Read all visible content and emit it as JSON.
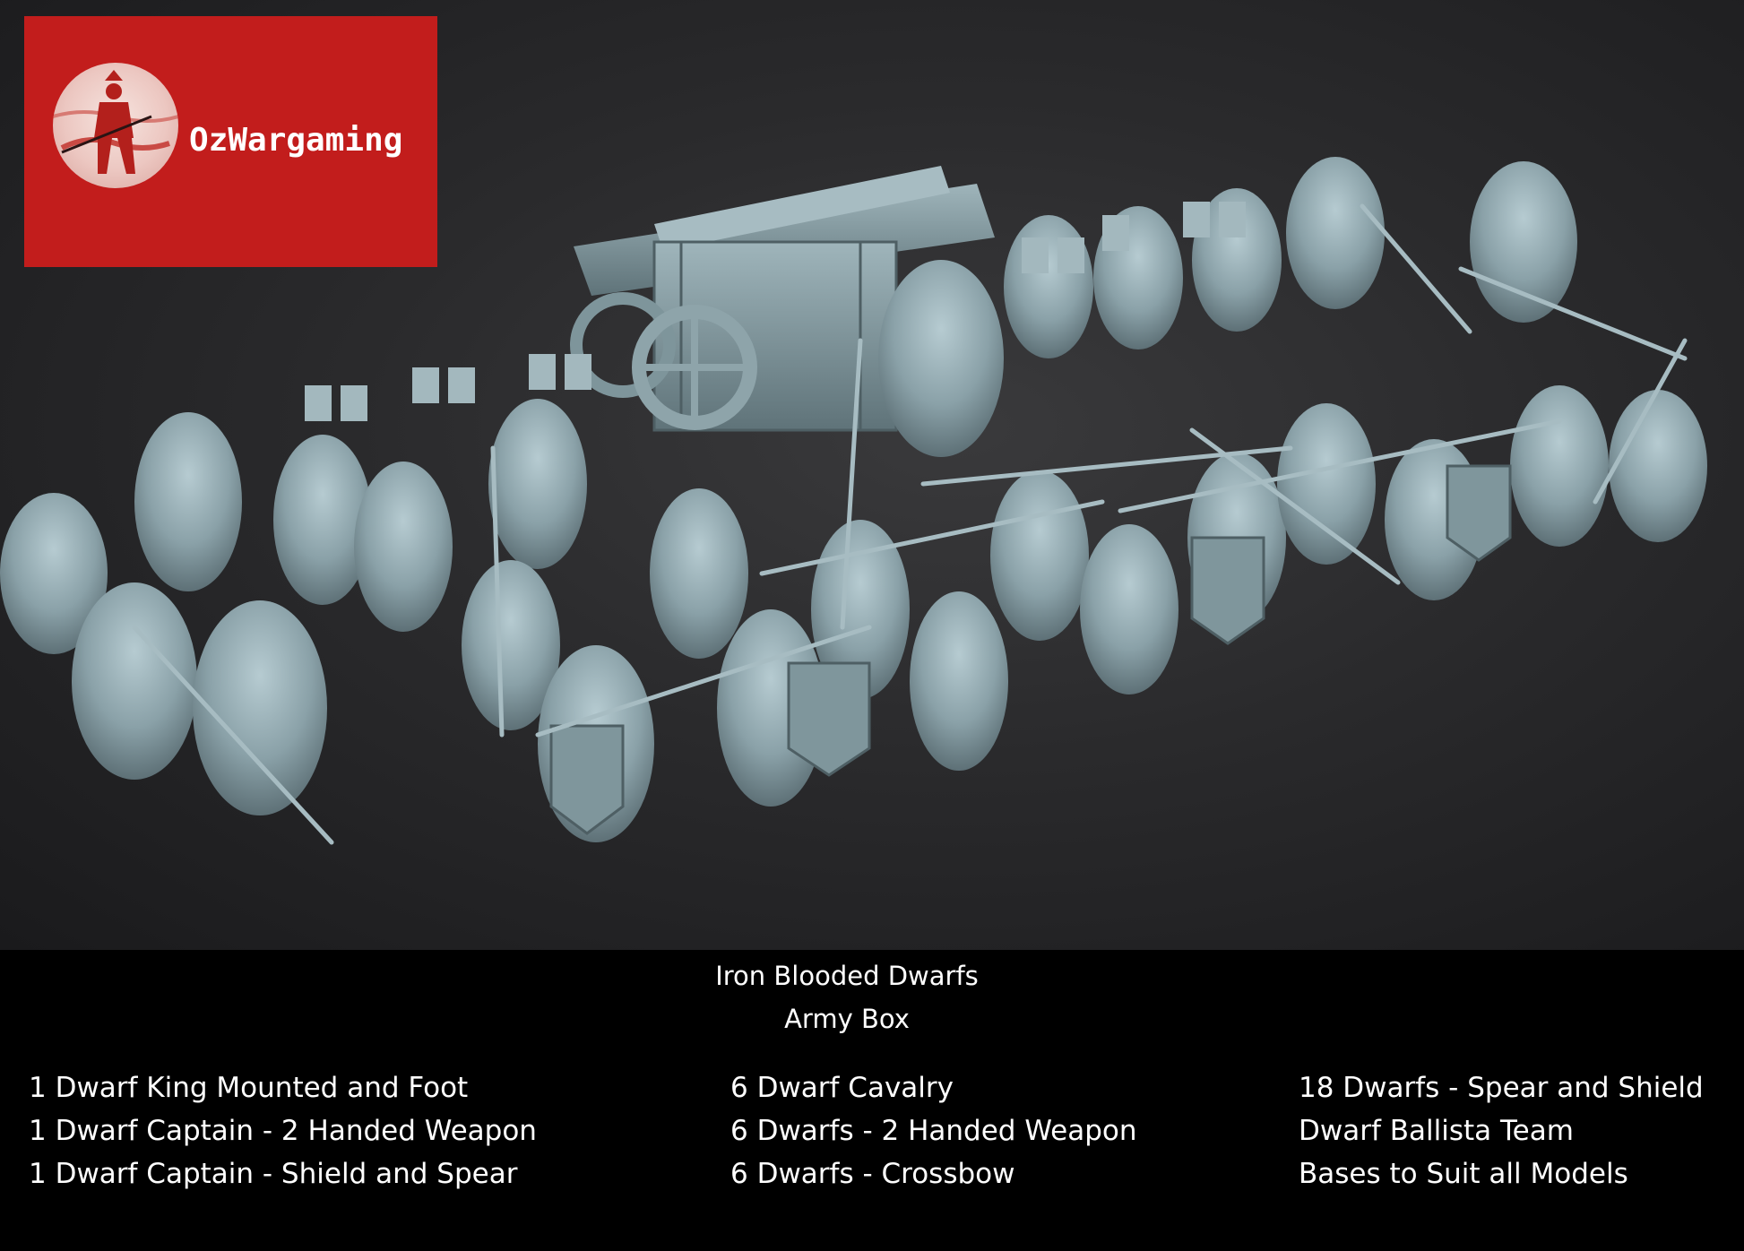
{
  "logo": {
    "text": "OzWargaming",
    "icon": "samurai-warrior-icon",
    "background_color": "#c21d1c"
  },
  "product": {
    "title_line1": "Iron Blooded Dwarfs",
    "title_line2": "Army Box"
  },
  "contents": {
    "column1": [
      "1 Dwarf King Mounted and Foot",
      "1 Dwarf Captain - 2 Handed Weapon",
      "1 Dwarf Captain - Shield and Spear"
    ],
    "column2": [
      "6 Dwarf Cavalry",
      "6 Dwarfs - 2 Handed Weapon",
      "6 Dwarfs - Crossbow"
    ],
    "column3": [
      "18 Dwarfs - Spear and Shield",
      "Dwarf Ballista Team",
      "Bases to Suit all Models"
    ]
  },
  "colors": {
    "miniature_color": "#8aa1a8",
    "background_dark": "#1c1c1e",
    "caption_background": "#000000"
  }
}
